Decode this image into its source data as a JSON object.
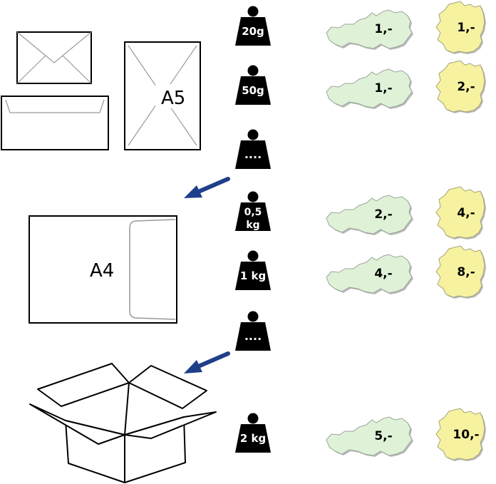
{
  "envelope_labels": {
    "a5": "A5",
    "a4": "A4"
  },
  "rows": [
    {
      "weight": [
        "20g"
      ],
      "austria": "1,-",
      "germany": "1,-"
    },
    {
      "weight": [
        "50g"
      ],
      "austria": "1,-",
      "germany": "2,-"
    },
    {
      "weight": [
        "...."
      ],
      "austria": null,
      "germany": null
    },
    {
      "weight": [
        "0,5",
        "kg"
      ],
      "austria": "2,-",
      "germany": "4,-"
    },
    {
      "weight": [
        "1 kg"
      ],
      "austria": "4,-",
      "germany": "8,-"
    },
    {
      "weight": [
        "...."
      ],
      "austria": null,
      "germany": null
    },
    {
      "weight": [
        "2 kg"
      ],
      "austria": "5,-",
      "germany": "10,-"
    }
  ],
  "colors": {
    "austria_fill": "#dff2d8",
    "germany_fill": "#f6f2a0",
    "arrow": "#1f3f8a",
    "weight_fill": "#000000"
  },
  "icons": {
    "weight": "weight-icon",
    "austria": "austria-map-icon",
    "germany": "germany-map-icon",
    "arrow": "arrow-icon",
    "box": "box-icon",
    "envelope": "envelope-icon"
  }
}
